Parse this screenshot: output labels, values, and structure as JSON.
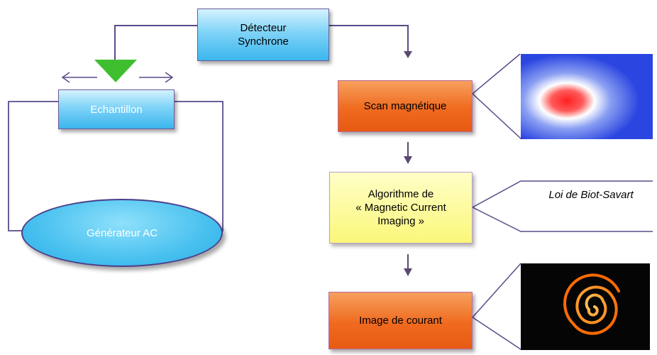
{
  "boxes": {
    "detector_line1": "Détecteur",
    "detector_line2": "Synchrone",
    "sample": "Echantillon",
    "generator": "Générateur AC",
    "scan": "Scan magnétique",
    "algo_line1": "Algorithme de",
    "algo_line2": "« Magnetic Current",
    "algo_line3": "Imaging »",
    "current_image": "Image de courant"
  },
  "callouts": {
    "law": "Loi de Biot-Savart"
  },
  "colors": {
    "connector": "#5a4a8a",
    "arrow": "#5a4a70",
    "probe": "#3fbf2f"
  }
}
